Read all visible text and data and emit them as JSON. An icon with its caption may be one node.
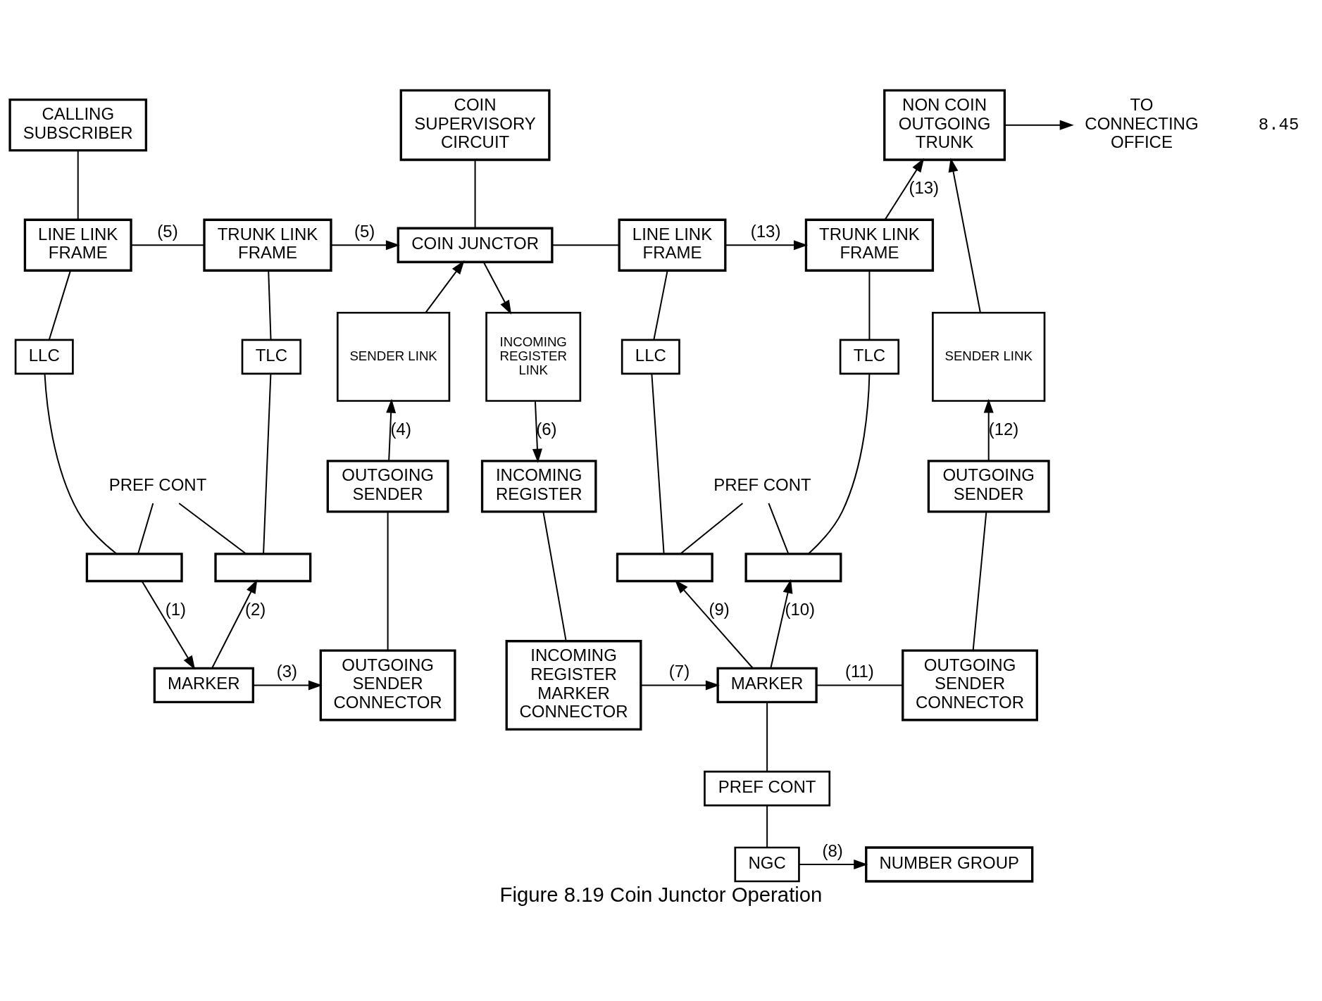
{
  "diagram": {
    "caption": "Figure 8.19 Coin Junctor Operation",
    "nodes": [
      {
        "text": [
          "CALLING SUBSCRIBER"
        ]
      },
      {
        "text": [
          "LINE LINK FRAME"
        ]
      },
      {
        "text": [
          "TRUNK LINK FRAME"
        ]
      },
      {
        "text": [
          "COIN SUPERVISORY CIRCUIT"
        ]
      },
      {
        "text": [
          "COIN JUNCTOR"
        ]
      },
      {
        "text": [
          "TO CONNECTING OFFICE"
        ]
      },
      {
        "text": [
          "NON COIN OUTGOING TRUNK"
        ]
      },
      {
        "text": [
          "LINE LINK FRAME"
        ]
      },
      {
        "text": [
          "TRUNK LINK FRAME"
        ]
      },
      {
        "text": [
          "LLC"
        ]
      },
      {
        "text": [
          "TLC"
        ]
      },
      {
        "text": [],
        "shape": "box"
      },
      {
        "text": [],
        "shape": "box"
      },
      {
        "text": [
          "SENDER LINK"
        ]
      },
      {
        "text": [
          "INCOMING REGISTER LINK"
        ]
      },
      {
        "text": [
          "LLC"
        ]
      },
      {
        "text": [
          "TLC"
        ]
      },
      {
        "text": [],
        "shape": "box"
      },
      {
        "text": [],
        "shape": "box"
      },
      {
        "text": [
          "SENDER LINK"
        ]
      },
      {
        "text": [
          "OUTGOING SENDER"
        ]
      },
      {
        "text": [
          "INCOMING REGISTER"
        ]
      },
      {
        "text": [
          "OUTGOING SENDER"
        ]
      },
      {
        "text": [
          "MARKER"
        ]
      },
      {
        "text": [
          "OUTGOING SENDER CONNECTOR"
        ]
      },
      {
        "text": [
          "INCOMING REGISTER MARKER CONNECTOR"
        ]
      },
      {
        "text": [
          "MARKER"
        ]
      },
      {
        "text": [
          "OUTGOING SENDER CONNECTOR"
        ]
      },
      {
        "text": [
          "PREF CONT"
        ]
      },
      {
        "text": [
          "NGC"
        ]
      },
      {
        "text": [
          "NUMBER GROUP"
        ]
      },
      {
        "text": [
          "PREF CONT"
        ]
      },
      {
        "text": [
          "PREF CONT"
        ]
      }
    ],
    "edges": [
      {
        "from": 0,
        "to": 1,
        "arrow": "none"
      },
      {
        "from": 1,
        "to": 2,
        "arrow": "none",
        "label": "(5)"
      },
      {
        "from": 2,
        "to": 4,
        "arrow": "to",
        "label": "(5)"
      },
      {
        "from": 3,
        "to": 4,
        "arrow": "none"
      },
      {
        "from": 4,
        "to": 7,
        "arrow": "none"
      },
      {
        "from": 7,
        "to": 8,
        "arrow": "to",
        "label": "(13)"
      },
      {
        "from": 8,
        "to": 6,
        "arrow": "to",
        "label": "(13)"
      },
      {
        "from": 6,
        "to": 5,
        "arrow": "to"
      },
      {
        "from": 1,
        "to": 9,
        "arrow": "none"
      },
      {
        "from": 9,
        "to": 11,
        "arrow": "none"
      },
      {
        "from": 11,
        "to": 23,
        "arrow": "to",
        "label": "(1)"
      },
      {
        "from": 2,
        "to": 10,
        "arrow": "none"
      },
      {
        "from": 10,
        "to": 12,
        "arrow": "none"
      },
      {
        "from": 23,
        "to": 12,
        "arrow": "to",
        "label": "(2)"
      },
      {
        "from": 23,
        "to": 24,
        "arrow": "to",
        "label": "(3)"
      },
      {
        "from": 24,
        "to": 20,
        "arrow": "none"
      },
      {
        "from": 20,
        "to": 13,
        "arrow": "to",
        "label": "(4)"
      },
      {
        "from": 13,
        "to": 4,
        "arrow": "to"
      },
      {
        "from": 4,
        "to": 14,
        "arrow": "to"
      },
      {
        "from": 14,
        "to": 21,
        "arrow": "to",
        "label": "(6)"
      },
      {
        "from": 21,
        "to": 25,
        "arrow": "none"
      },
      {
        "from": 25,
        "to": 26,
        "arrow": "to",
        "label": "(7)"
      },
      {
        "from": 7,
        "to": 15,
        "arrow": "none"
      },
      {
        "from": 15,
        "to": 17,
        "arrow": "none"
      },
      {
        "from": 26,
        "to": 17,
        "arrow": "to",
        "label": "(9)"
      },
      {
        "from": 8,
        "to": 16,
        "arrow": "none"
      },
      {
        "from": 16,
        "to": 18,
        "arrow": "none"
      },
      {
        "from": 26,
        "to": 18,
        "arrow": "to",
        "label": "(10)"
      },
      {
        "from": 26,
        "to": 27,
        "arrow": "none",
        "label": "(11)"
      },
      {
        "from": 27,
        "to": 22,
        "arrow": "none"
      },
      {
        "from": 22,
        "to": 19,
        "arrow": "to",
        "label": "(12)"
      },
      {
        "from": 19,
        "to": 6,
        "arrow": "to"
      },
      {
        "from": 26,
        "to": 28,
        "arrow": "none"
      },
      {
        "from": 28,
        "to": 29,
        "arrow": "none"
      },
      {
        "from": 29,
        "to": 30,
        "arrow": "to",
        "label": "(8)"
      },
      {
        "from": 31,
        "to": 11,
        "arrow": "none"
      },
      {
        "from": 31,
        "to": 12,
        "arrow": "none"
      },
      {
        "from": 32,
        "to": 17,
        "arrow": "none"
      },
      {
        "from": 32,
        "to": 18,
        "arrow": "none"
      }
    ],
    "labels": [
      "8.45"
    ]
  }
}
